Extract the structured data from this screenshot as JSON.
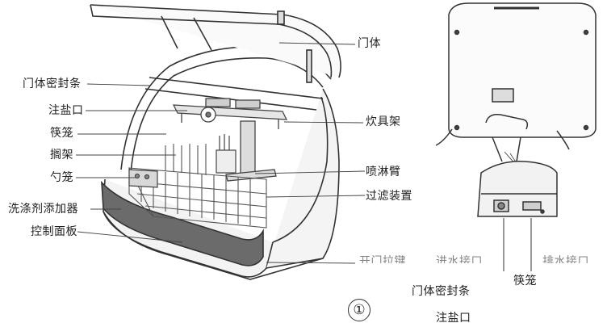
{
  "labels": {
    "door_seal": "门体密封条",
    "salt_inlet": "注盐口",
    "chopstick_basket": "筷笼",
    "rack": "搁架",
    "spoon_basket": "勺笼",
    "detergent_dispenser": "洗涤剂添加器",
    "control_panel": "控制面板",
    "door": "门体",
    "utensil_rack": "炊具架",
    "spray_arm": "喷淋臂",
    "filter": "过滤装置",
    "door_handle_partial": "开门拉键",
    "inlet_partial": "进水接口",
    "outlet_partial": "排水接口",
    "chopstick_basket_2": "筷笼",
    "door_seal_2": "门体密封条",
    "salt_inlet_2": "注盐口"
  },
  "figure_number": "①"
}
